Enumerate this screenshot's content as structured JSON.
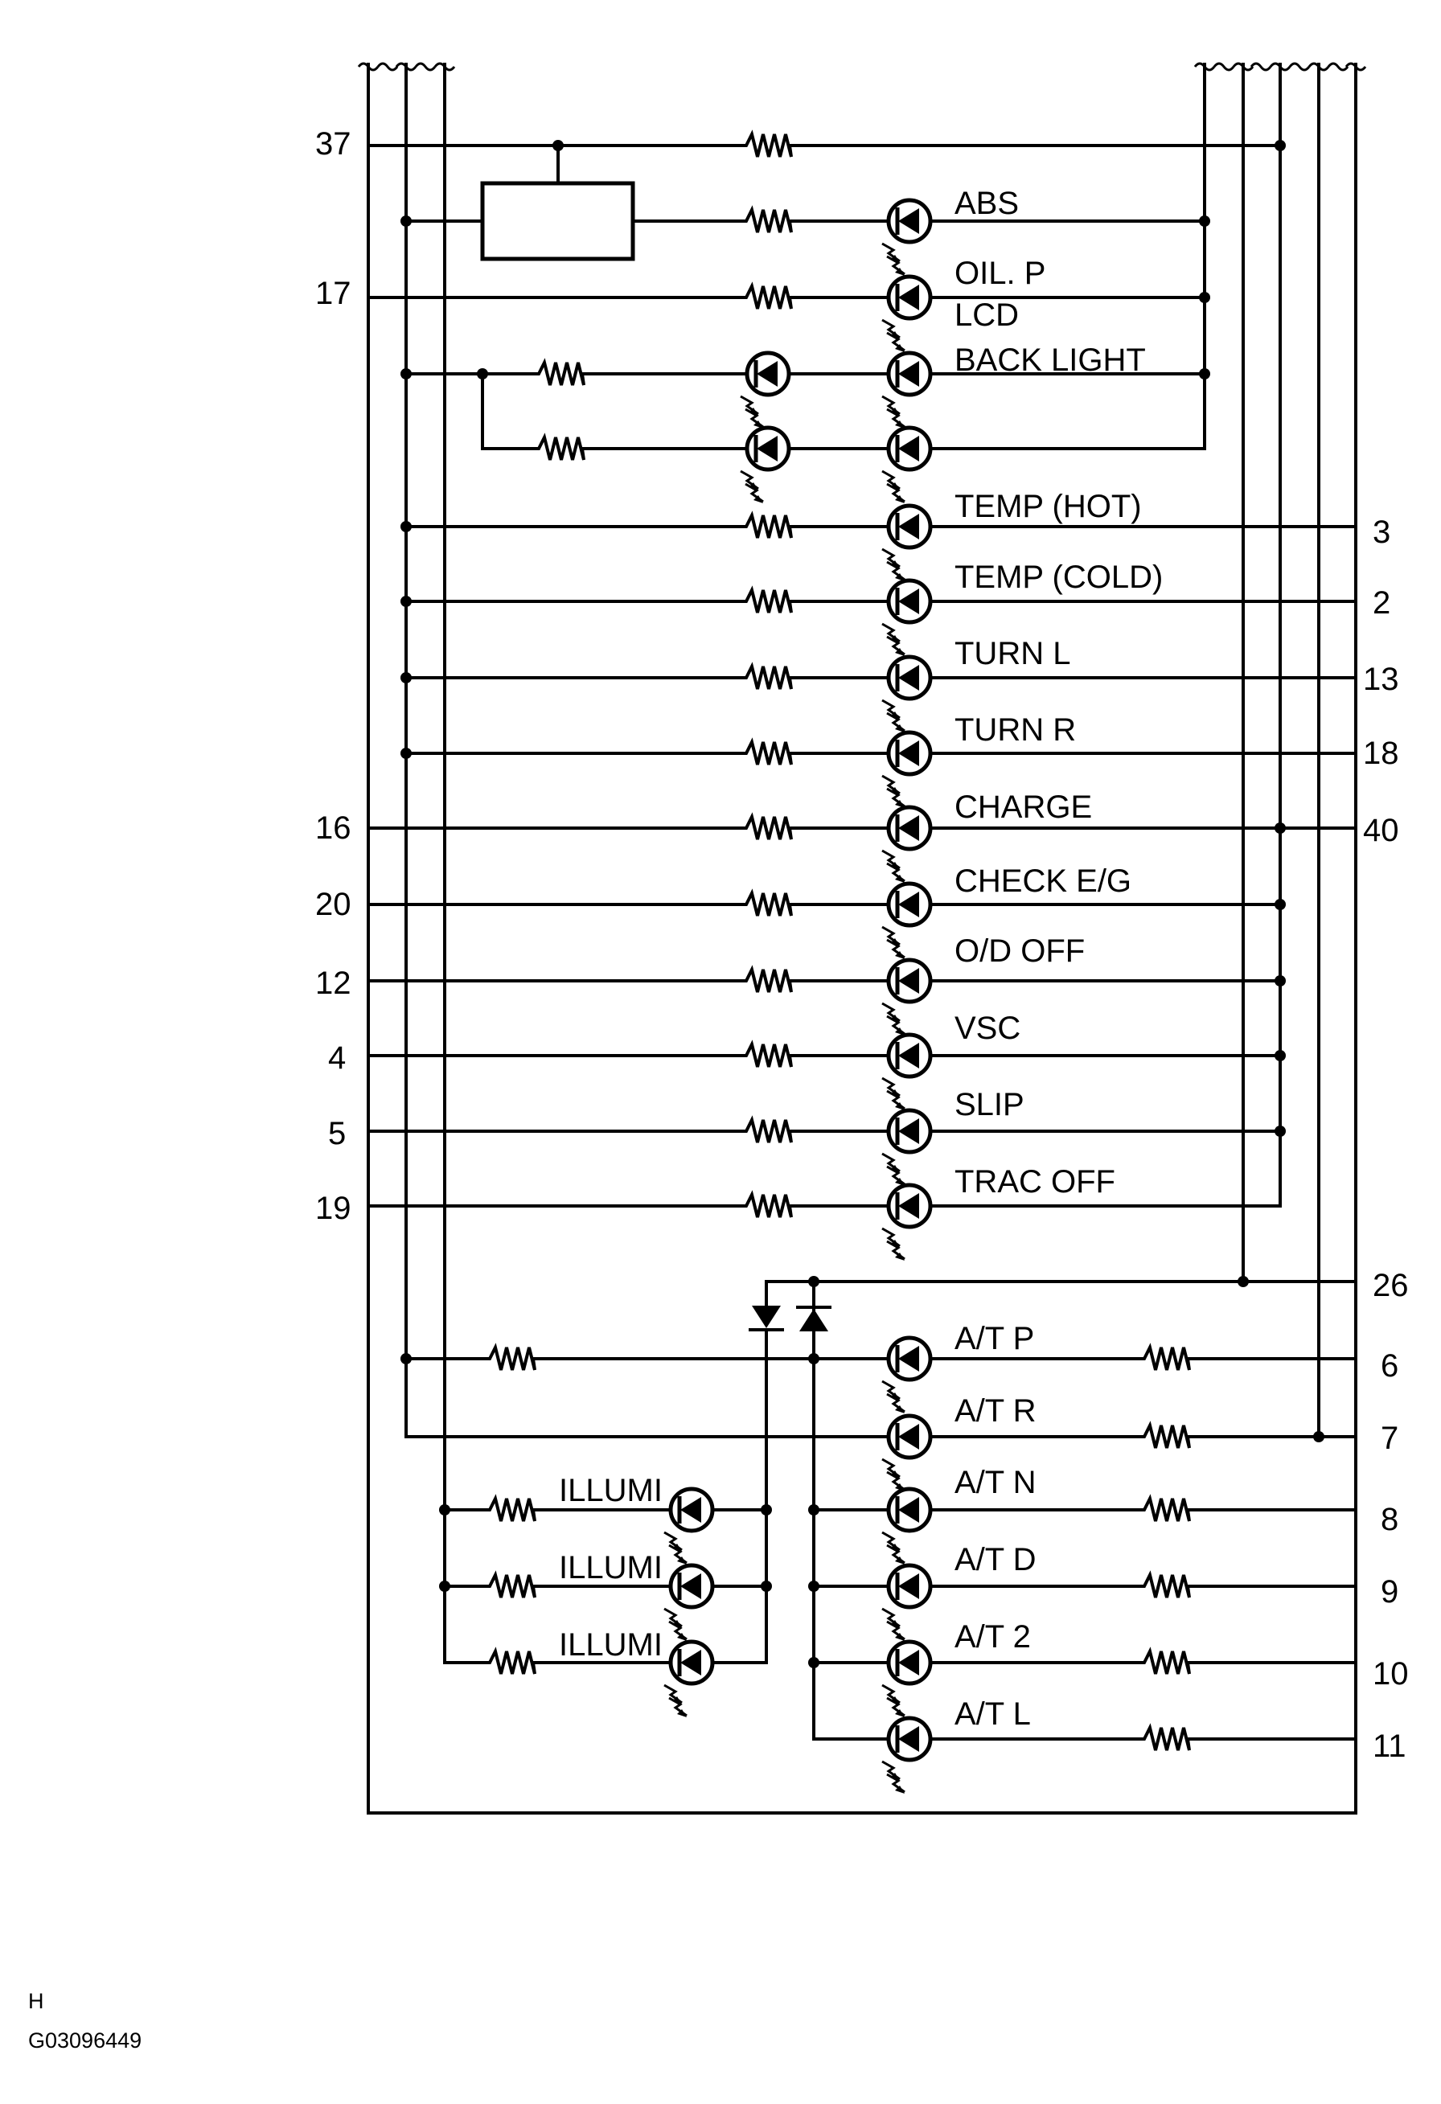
{
  "left_pins": [
    "37",
    "17",
    "16",
    "20",
    "12",
    "4",
    "5",
    "19"
  ],
  "right_pins": [
    "3",
    "2",
    "13",
    "18",
    "40",
    "26",
    "6",
    "7",
    "8",
    "9",
    "10",
    "11"
  ],
  "lamps": [
    "ABS",
    "OIL. P",
    "LCD",
    "BACK LIGHT",
    "TEMP (HOT)",
    "TEMP (COLD)",
    "TURN L",
    "TURN R",
    "CHARGE",
    "CHECK E/G",
    "O/D OFF",
    "VSC",
    "SLIP",
    "TRAC OFF"
  ],
  "at_lamps": [
    "A/T P",
    "A/T R",
    "A/T N",
    "A/T D",
    "A/T 2",
    "A/T L"
  ],
  "illumi": [
    "ILLUMI",
    "ILLUMI",
    "ILLUMI"
  ],
  "footer": {
    "letter": "H",
    "code": "G03096449"
  }
}
